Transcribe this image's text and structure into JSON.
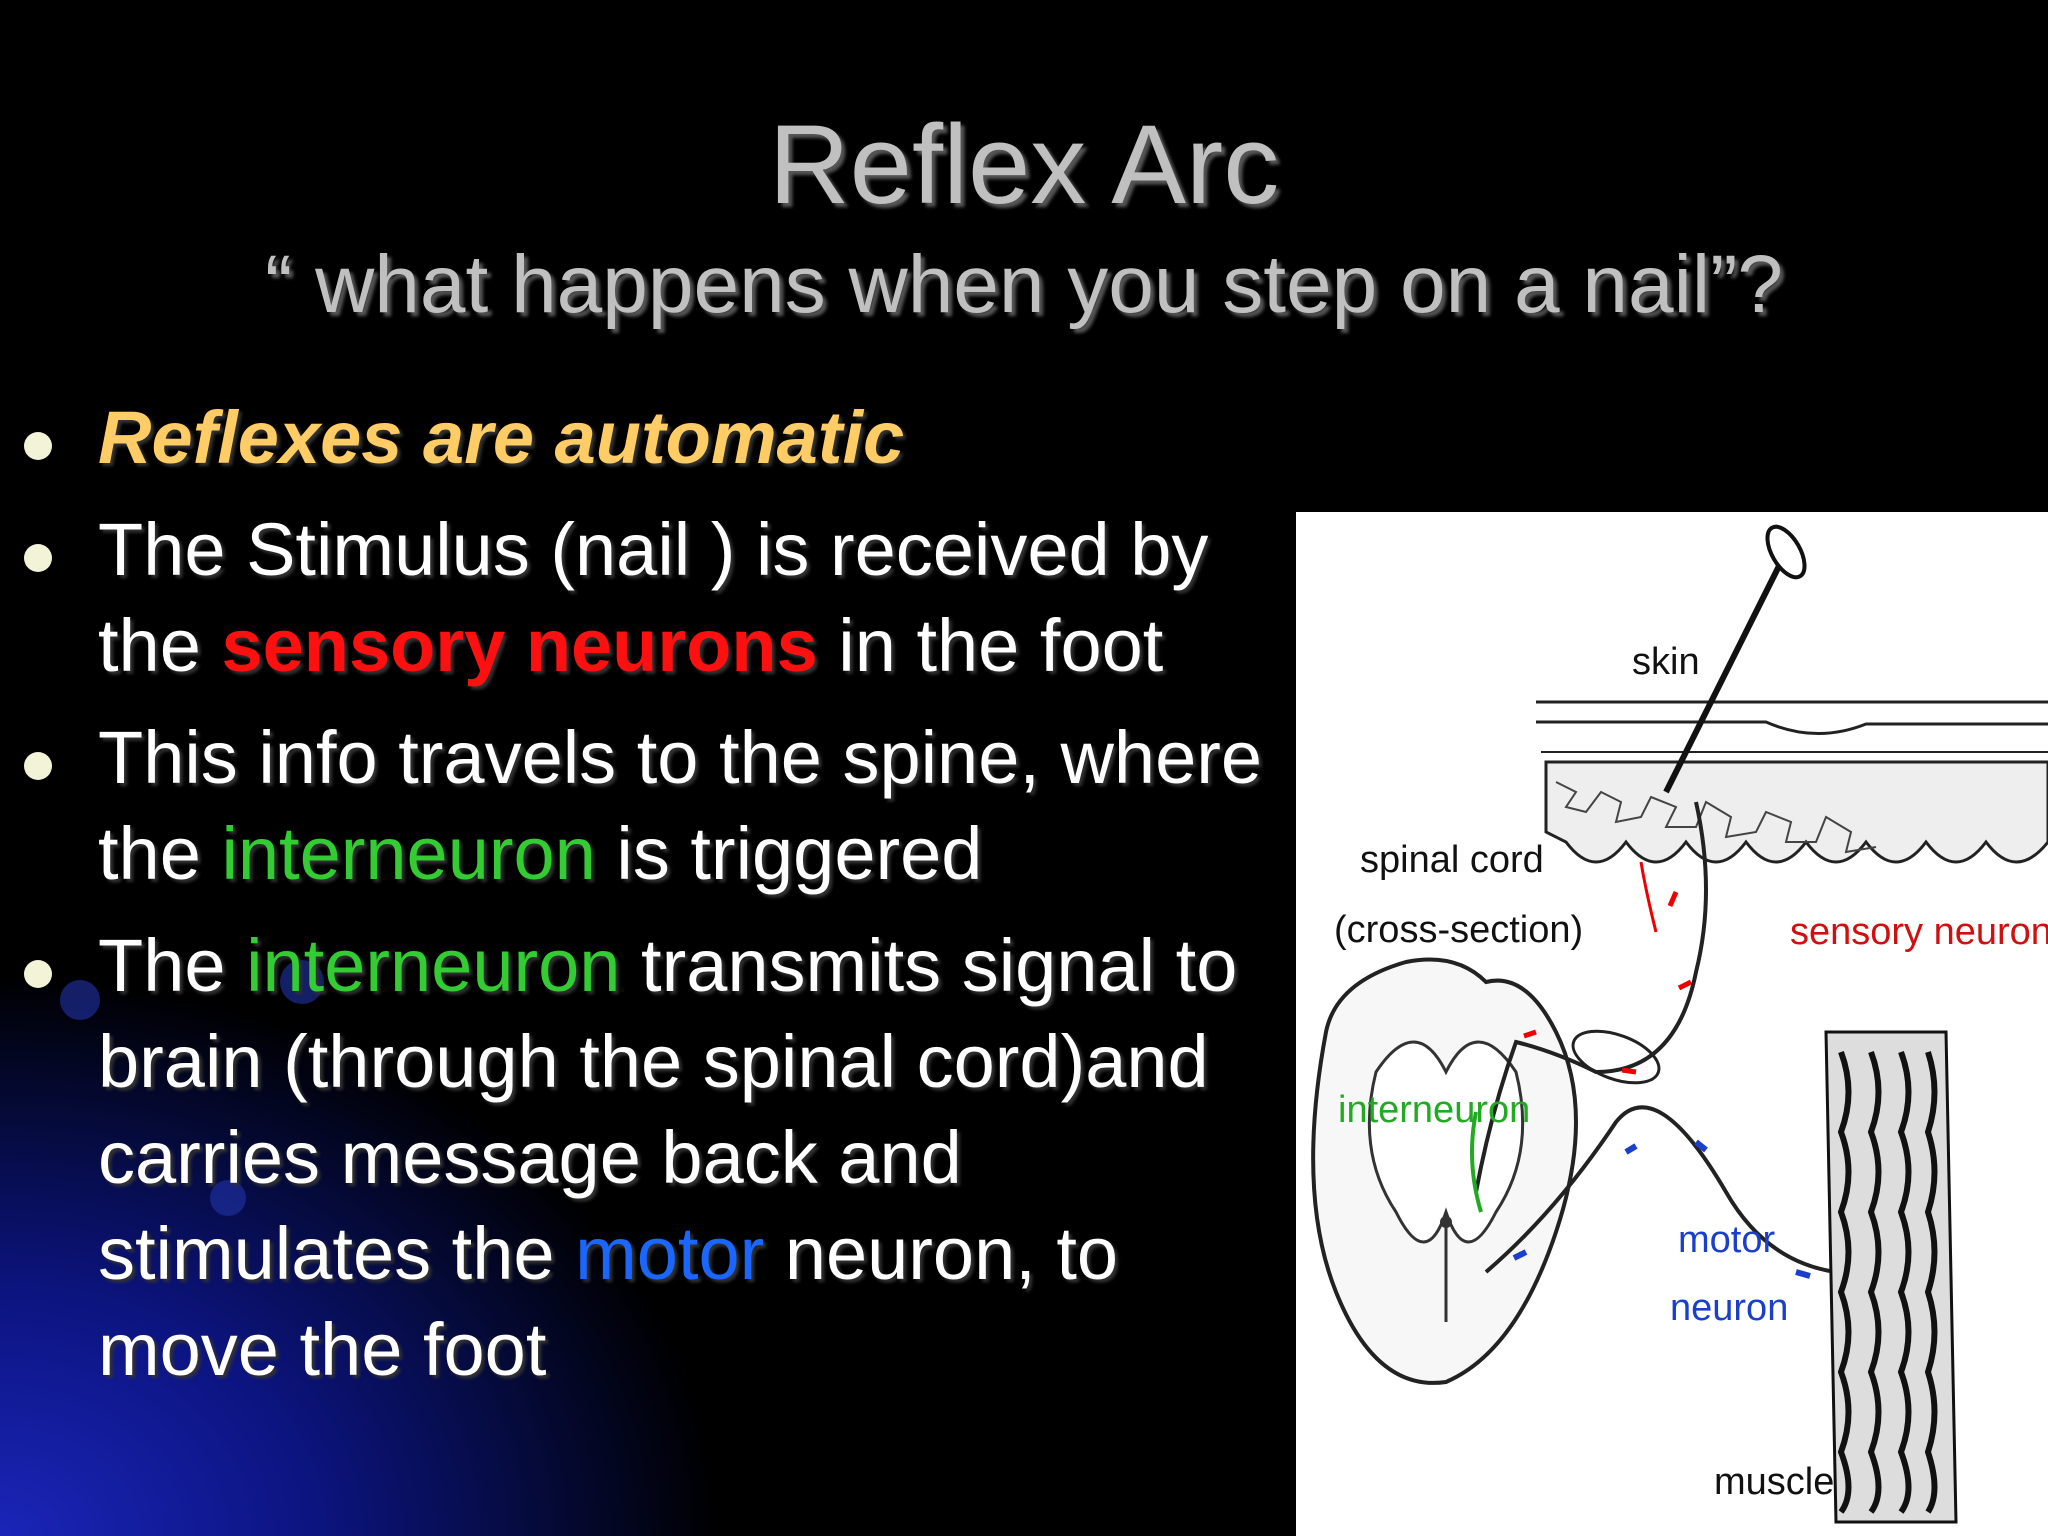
{
  "slide": {
    "title": "Reflex Arc",
    "subtitle": "“ what happens when you step on a nail”?"
  },
  "bullets": [
    {
      "text": "Reflexes are automatic"
    },
    {
      "parts": [
        "The Stimulus (nail ) is received by the ",
        "sensory neurons",
        " in the foot"
      ]
    },
    {
      "parts": [
        "This info travels to the spine, where the ",
        "interneuron",
        " is triggered"
      ]
    },
    {
      "parts": [
        "The ",
        "interneuron",
        " transmits signal to brain (through the spinal cord)and carries message back and stimulates the ",
        "motor",
        " neuron, to move the foot"
      ]
    }
  ],
  "diagram": {
    "skin": "skin",
    "spinal_cord_1": "spinal cord",
    "spinal_cord_2": "(cross-section)",
    "sensory_neuron": "sensory neuron",
    "interneuron": "interneuron",
    "motor_1": "motor",
    "motor_2": "neuron",
    "muscle": "muscle"
  },
  "colors": {
    "title": "#c0c0c0",
    "automatic": "#ffcc66",
    "sensory": "#ff1010",
    "interneuron": "#33cc33",
    "motor": "#1a66ff"
  }
}
